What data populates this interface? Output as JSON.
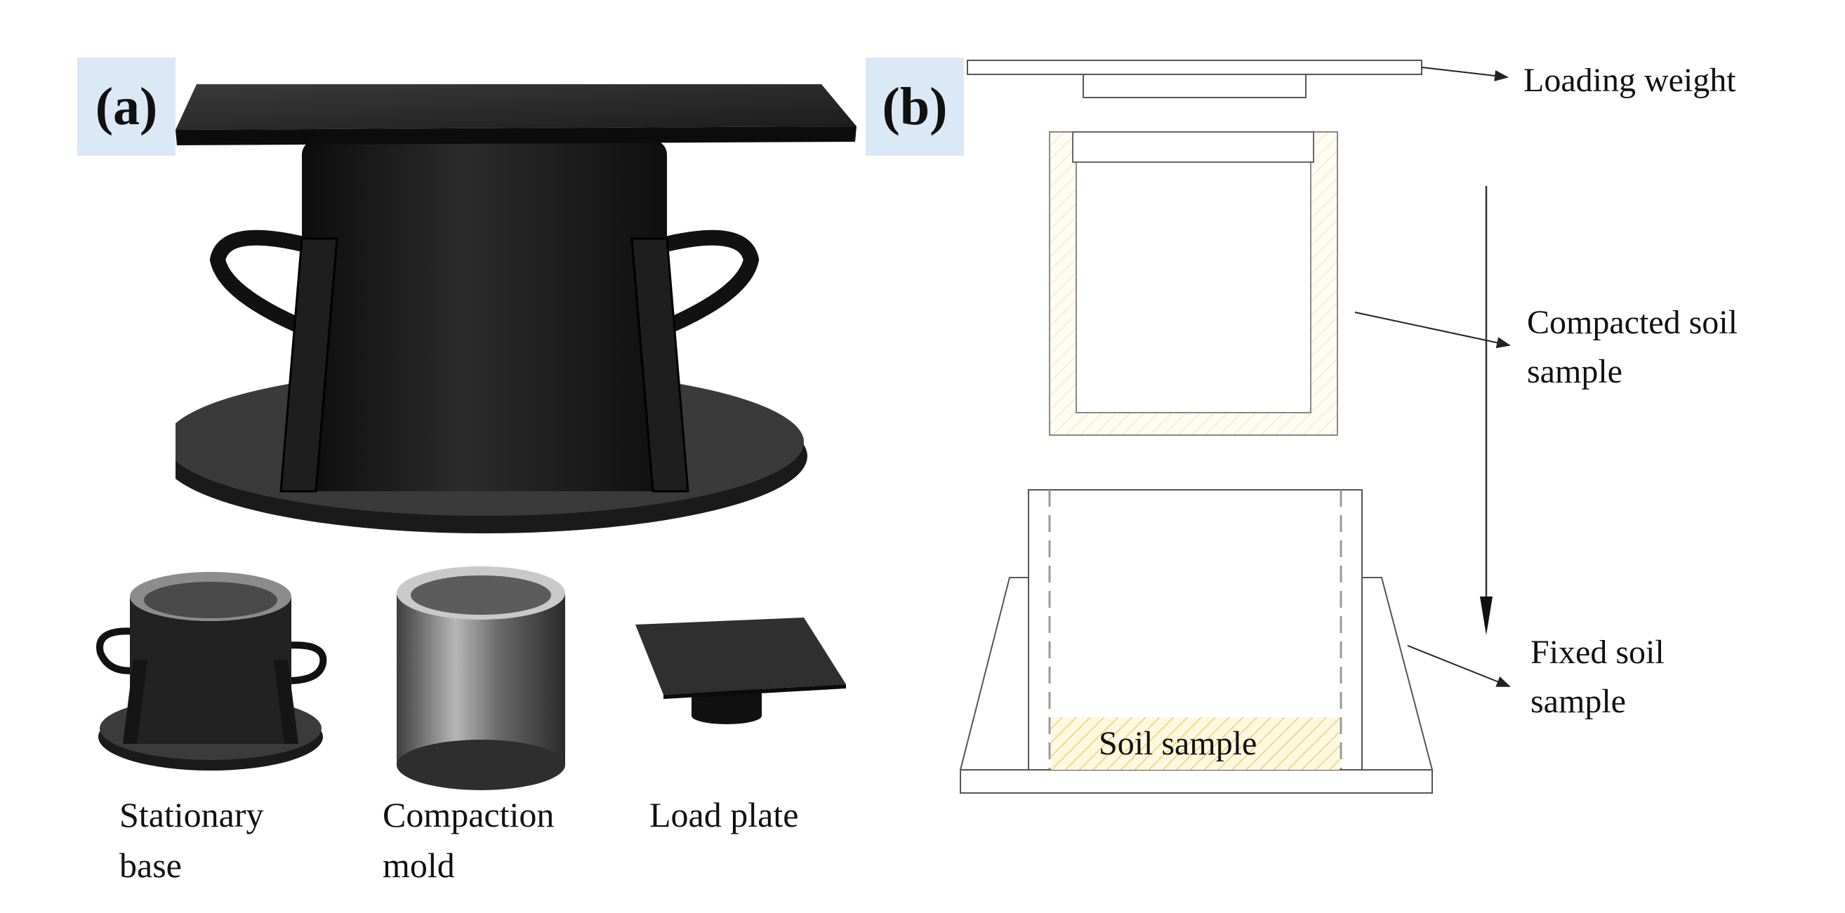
{
  "panels": {
    "a": {
      "label": "(a)"
    },
    "b": {
      "label": "(b)"
    }
  },
  "photos": {
    "captions": {
      "stationary_base": "Stationary\nbase",
      "compaction_mold": "Compaction\nmold",
      "load_plate": "Load plate"
    }
  },
  "schematic": {
    "labels": {
      "loading_weight": "Loading weight",
      "compacted_soil_sample": "Compacted soil\nsample",
      "fixed_soil_sample": "Fixed soil\nsample",
      "soil_sample": "Soil sample"
    },
    "colors": {
      "hatch": "#e8d27a",
      "hatch_light": "#efe4b0",
      "outline": "#555555",
      "label_bg": "#dbe8f5"
    }
  }
}
